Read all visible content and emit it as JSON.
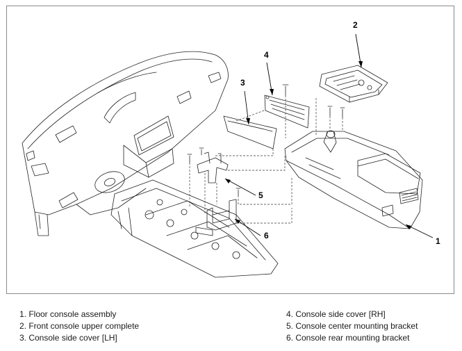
{
  "callouts": [
    "1",
    "2",
    "3",
    "4",
    "5",
    "6"
  ],
  "legend": {
    "left": [
      "1. Floor console assembly",
      "2. Front console upper complete",
      "3. Console side cover [LH]"
    ],
    "right": [
      "4. Console side cover [RH]",
      "5. Console center mounting bracket",
      "6. Console rear mounting bracket"
    ]
  }
}
